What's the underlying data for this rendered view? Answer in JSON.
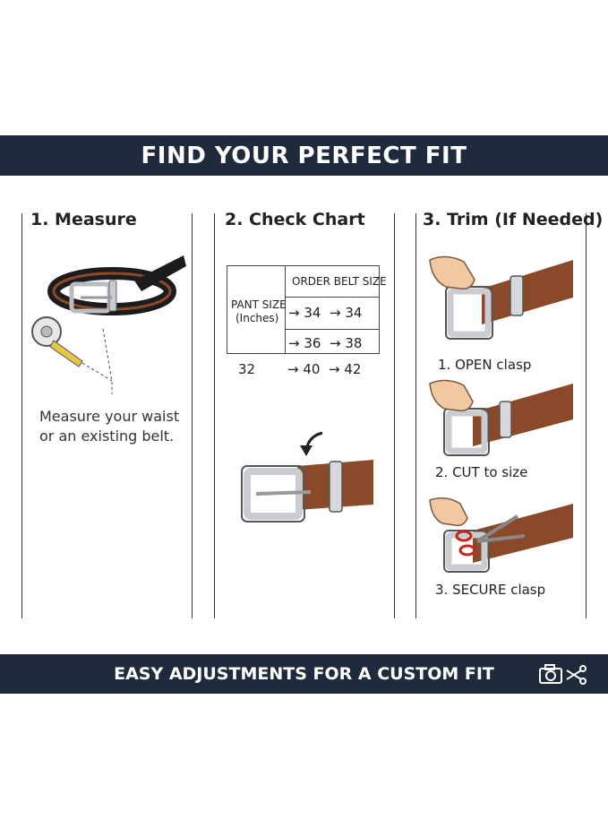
{
  "header": {
    "title": "FIND YOUR PERFECT FIT"
  },
  "columns": [
    {
      "title": "1. Measure",
      "caption_line1": "Measure your waist",
      "caption_line2": "or an existing belt."
    },
    {
      "title": "2. Check Chart"
    },
    {
      "title": "3. Trim (If Needed)"
    }
  ],
  "chart": {
    "header_order": "ORDER BELT SIZE",
    "pant_label_1": "PANT SIZE",
    "pant_label_2": "(Inches)",
    "rows": [
      {
        "pant": "34",
        "belt": "34"
      },
      {
        "pant": "36",
        "belt": "38"
      },
      {
        "pant": "40",
        "belt": "42"
      }
    ],
    "extra_label": "32"
  },
  "trim_steps": [
    "1. OPEN clasp",
    "2. CUT to size",
    "3. SECURE clasp"
  ],
  "footer": {
    "text": "EASY ADJUSTMENTS FOR A CUSTOM FIT",
    "icon": "camera-scissors-icon"
  },
  "colors": {
    "banner": "#1f2a3d",
    "leather": "#8a4a2a",
    "buckle": "#c9ccd1"
  }
}
